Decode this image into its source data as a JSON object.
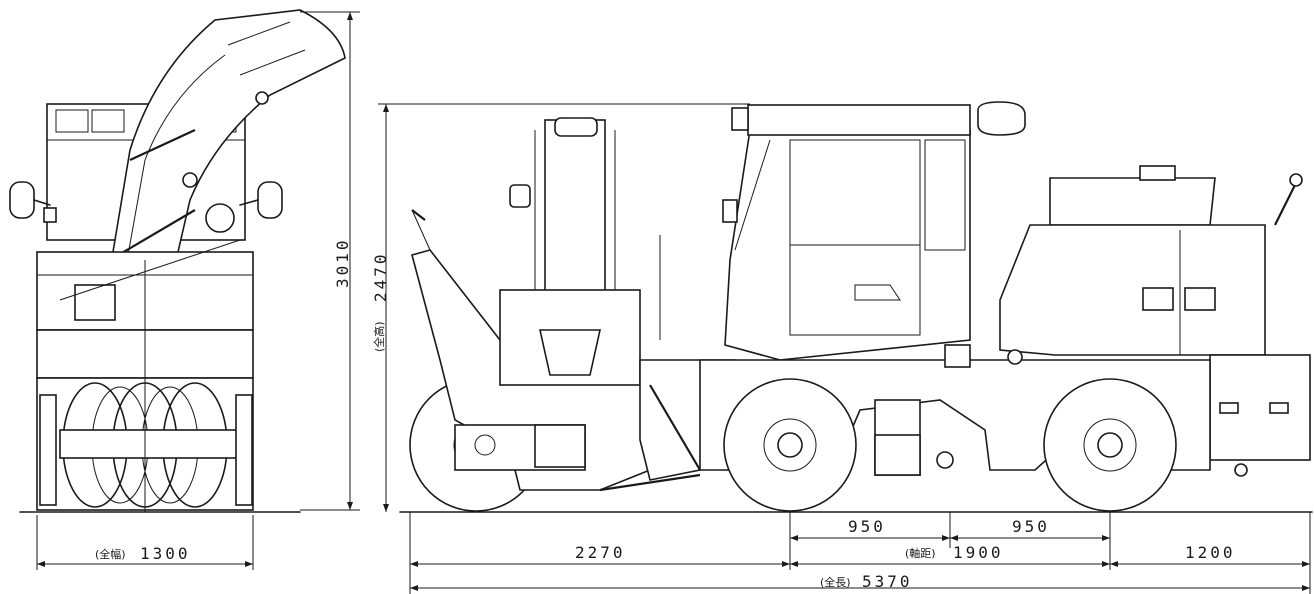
{
  "dimensions": {
    "width": {
      "prefix": "(全幅)",
      "value": "1300"
    },
    "height": {
      "value": "3010"
    },
    "body_height": {
      "prefix": "(全高)",
      "value": "2470"
    },
    "front_overhang": {
      "value": "2270"
    },
    "half_wheelbase_front": {
      "value": "950"
    },
    "half_wheelbase_rear": {
      "value": "950"
    },
    "wheelbase": {
      "prefix": "(軸距)",
      "value": "1900"
    },
    "rear_overhang": {
      "value": "1200"
    },
    "length": {
      "prefix": "(全長)",
      "value": "5370"
    }
  },
  "colors": {
    "line": "#1a1a1a",
    "background": "#ffffff"
  }
}
